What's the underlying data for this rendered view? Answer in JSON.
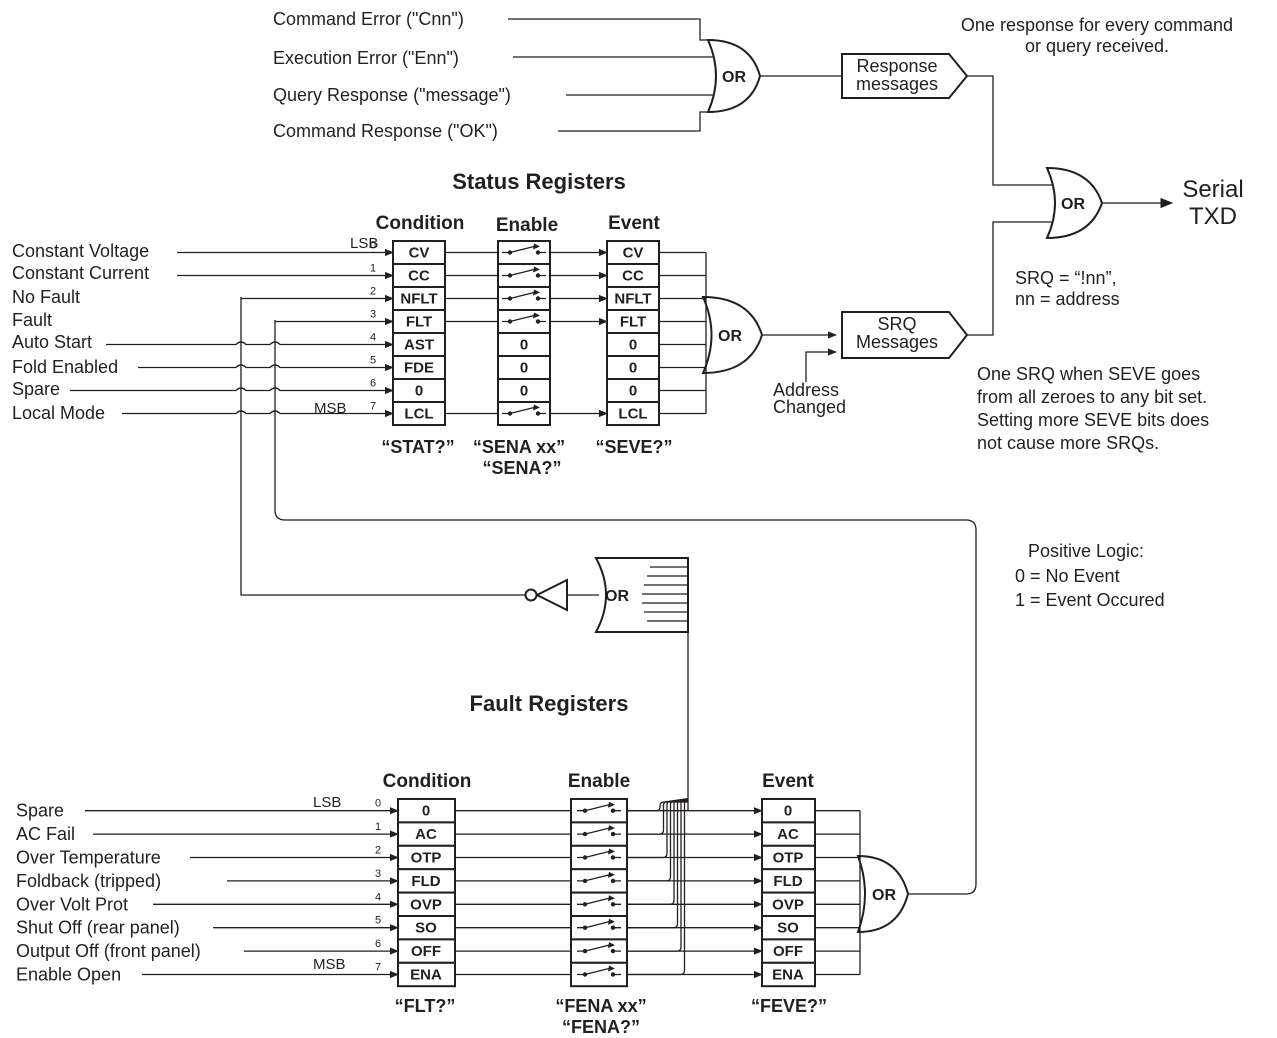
{
  "response_section": {
    "inputs": [
      "Command Error  (\"Cnn\")",
      "Execution Error  (\"Enn\")",
      "Query Response  (\"message\")",
      "Command Response  (\"OK\")"
    ],
    "gate_label": "OR",
    "box_label_line1": "Response",
    "box_label_line2": "messages",
    "note_line1": "One response for every command",
    "note_line2": "or query received."
  },
  "output": {
    "gate_label": "OR",
    "label_line1": "Serial",
    "label_line2": "TXD",
    "srq_note_line1": "SRQ = “!nn”,",
    "srq_note_line2": "nn = address"
  },
  "srq": {
    "box_label_line1": "SRQ",
    "box_label_line2": "Messages",
    "address_line1": "Address",
    "address_line2": "Changed",
    "note_lines": [
      "One SRQ when SEVE goes",
      "from all zeroes to any bit set.",
      "Setting more SEVE bits does",
      "not cause more SRQs."
    ]
  },
  "logic_note": [
    "Positive Logic:",
    "0 = No Event",
    "1 = Event Occured"
  ],
  "status": {
    "title": "Status Registers",
    "condition_header": "Condition",
    "enable_header": "Enable",
    "event_header": "Event",
    "inputs": [
      "Constant Voltage",
      "Constant Current",
      "No Fault",
      "Fault",
      "Auto Start",
      "Fold Enabled",
      "Spare",
      "Local Mode"
    ],
    "bit_numbers": [
      "0",
      "1",
      "2",
      "3",
      "4",
      "5",
      "6",
      "7"
    ],
    "lsb": "LSB",
    "msb": "MSB",
    "condition_cells": [
      "CV",
      "CC",
      "NFLT",
      "FLT",
      "AST",
      "FDE",
      "0",
      "LCL"
    ],
    "enable_cells": [
      "switch",
      "switch",
      "switch",
      "switch",
      "0",
      "0",
      "0",
      "switch"
    ],
    "event_cells": [
      "CV",
      "CC",
      "NFLT",
      "FLT",
      "0",
      "0",
      "0",
      "LCL"
    ],
    "gate_label": "OR",
    "cmd_condition": "“STAT?”",
    "cmd_enable_line1": "“SENA xx”",
    "cmd_enable_line2": "“SENA?”",
    "cmd_event": "“SEVE?”"
  },
  "inverter_gate_label": "OR",
  "fault": {
    "title": "Fault Registers",
    "condition_header": "Condition",
    "enable_header": "Enable",
    "event_header": "Event",
    "inputs": [
      "Spare",
      "AC Fail",
      "Over Temperature",
      "Foldback (tripped)",
      "Over Volt Prot",
      "Shut Off (rear panel)",
      "Output Off (front panel)",
      "Enable Open"
    ],
    "bit_numbers": [
      "0",
      "1",
      "2",
      "3",
      "4",
      "5",
      "6",
      "7"
    ],
    "lsb": "LSB",
    "msb": "MSB",
    "condition_cells": [
      "0",
      "AC",
      "OTP",
      "FLD",
      "OVP",
      "SO",
      "OFF",
      "ENA"
    ],
    "event_cells": [
      "0",
      "AC",
      "OTP",
      "FLD",
      "OVP",
      "SO",
      "OFF",
      "ENA"
    ],
    "gate_label": "OR",
    "cmd_condition": "“FLT?”",
    "cmd_enable_line1": "“FENA xx”",
    "cmd_enable_line2": "“FENA?”",
    "cmd_event": "“FEVE?”"
  }
}
